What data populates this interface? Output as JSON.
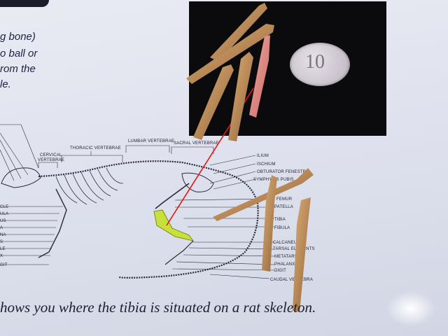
{
  "intro": {
    "lines": [
      "g bone)",
      "o ball or",
      "rom the",
      "le."
    ]
  },
  "caption": "hows you where the tibia is situated on a rat skeleton.",
  "coin": {
    "mark": "10"
  },
  "skeleton": {
    "left_labels": {
      "cervical": "CERVICAL",
      "vertebrae": "VERTEBRAE",
      "thoracic": "THORACIC VERTEBRAE",
      "lumbar": "LUMBAR VERTEBRAE",
      "sacral": "SACRAL VERTEBRAE"
    },
    "right_labels": {
      "ilium": "ILIUM",
      "ischium": "ISCHIUM",
      "obturator": "OBTURATOR FENESTRA",
      "symphysis": "SYMPHYSIS PUBIS",
      "femur": "FEMUR",
      "patella": "PATELLA",
      "tibia": "TIBIA",
      "fibula": "FIBULA",
      "calcaneus": "CALCANEUS",
      "tarsal": "TARSAL ELEMENTS",
      "metatarsal": "METATARSAL",
      "phalanx": "PHALANX",
      "digit": "DIGIT",
      "caudal": "CAUDAL VERTEBRA"
    },
    "side_fragments": [
      "CLE",
      "ULA",
      "US",
      "A",
      "NA",
      "S",
      "LE",
      "X",
      "GIT"
    ]
  },
  "colors": {
    "tibia_highlight": "#c8e03a",
    "pointer_line": "#e01818",
    "bone": "#b98a58",
    "pink_bone": "#dd7f7a",
    "photo_bg": "#0b0b0e"
  }
}
